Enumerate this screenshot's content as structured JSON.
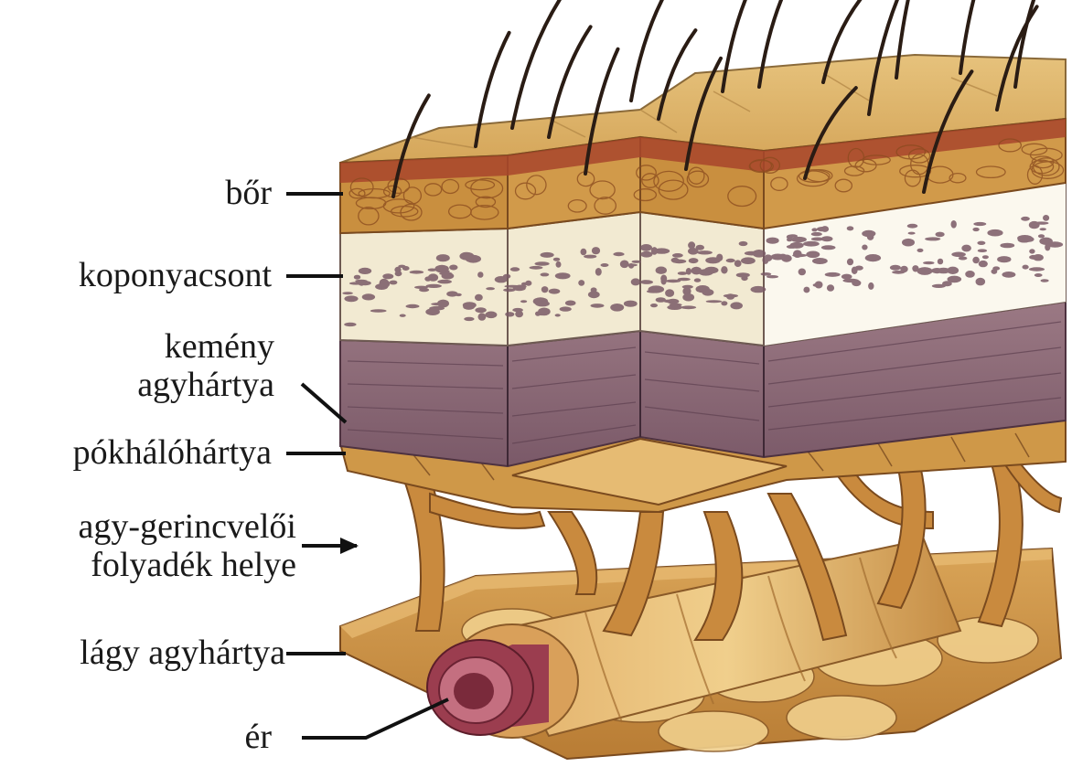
{
  "labels": {
    "skin": "bőr",
    "skull": "koponyacsont",
    "dura_line1": "kemény",
    "dura_line2": "agyhártya",
    "arachnoid": "pókhálóhártya",
    "csf_line1": "agy-gerincvelői",
    "csf_line2": "folyadék helye",
    "pia": "lágy agyhártya",
    "vessel": "ér"
  },
  "colors": {
    "skin_surface": "#d9b067",
    "skin_red": "#a8452c",
    "fat": "#c98f3f",
    "bone_light": "#f3ecd6",
    "bone_spots": "#7a5a66",
    "dura": "#8c6a76",
    "dura_dark": "#6e4e5c",
    "tissue": "#c98f3f",
    "tissue_light": "#e3b872",
    "vessel_outer": "#9b3d4f",
    "vessel_inner": "#c46f80",
    "leader": "#111111"
  }
}
